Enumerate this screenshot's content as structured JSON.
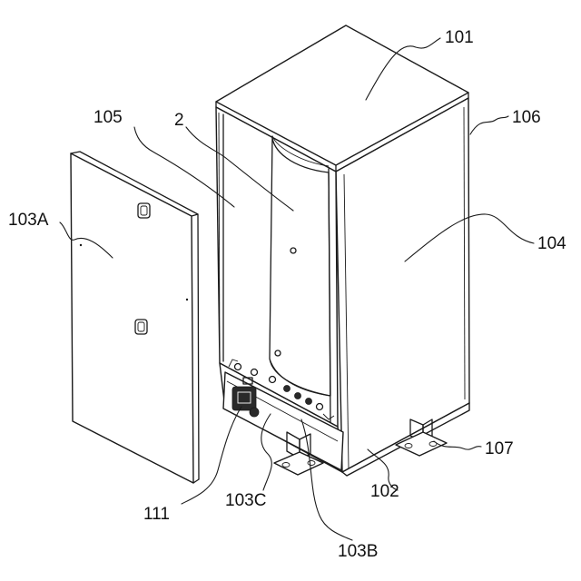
{
  "labels": {
    "l101": "101",
    "l106": "106",
    "l105": "105",
    "l2": "2",
    "l103A": "103A",
    "l104": "104",
    "l107": "107",
    "l111": "111",
    "l103C": "103C",
    "l102": "102",
    "l103B": "103B"
  }
}
